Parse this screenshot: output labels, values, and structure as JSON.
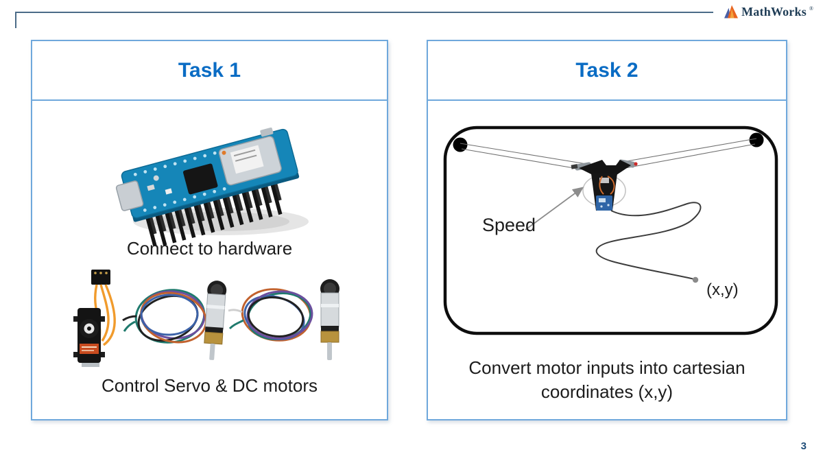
{
  "brand": {
    "name": "MathWorks",
    "registered": "®"
  },
  "page": {
    "number": "3"
  },
  "tasks": [
    {
      "title": "Task 1",
      "captions": {
        "top": "Connect to hardware",
        "bottom": "Control Servo & DC motors"
      },
      "images": {
        "board": "arduino-nano-33-iot-board",
        "motors": "servo-motor-and-two-dc-gear-motors"
      }
    },
    {
      "title": "Task 2",
      "caption": "Convert motor inputs into cartesian coordinates (x,y)",
      "diagram": {
        "type": "cable-drawing-robot-schematic",
        "speed_label": "Speed",
        "point_label": "(x,y)"
      }
    }
  ],
  "icons": {
    "logo": "mathworks-membrane-triangle-icon"
  },
  "colors": {
    "title_blue": "#0a6cc4",
    "panel_border": "#6fa8dc",
    "header_rule": "#4b6b88",
    "page_number": "#1f4e79",
    "body_text": "#1c1c1c"
  }
}
